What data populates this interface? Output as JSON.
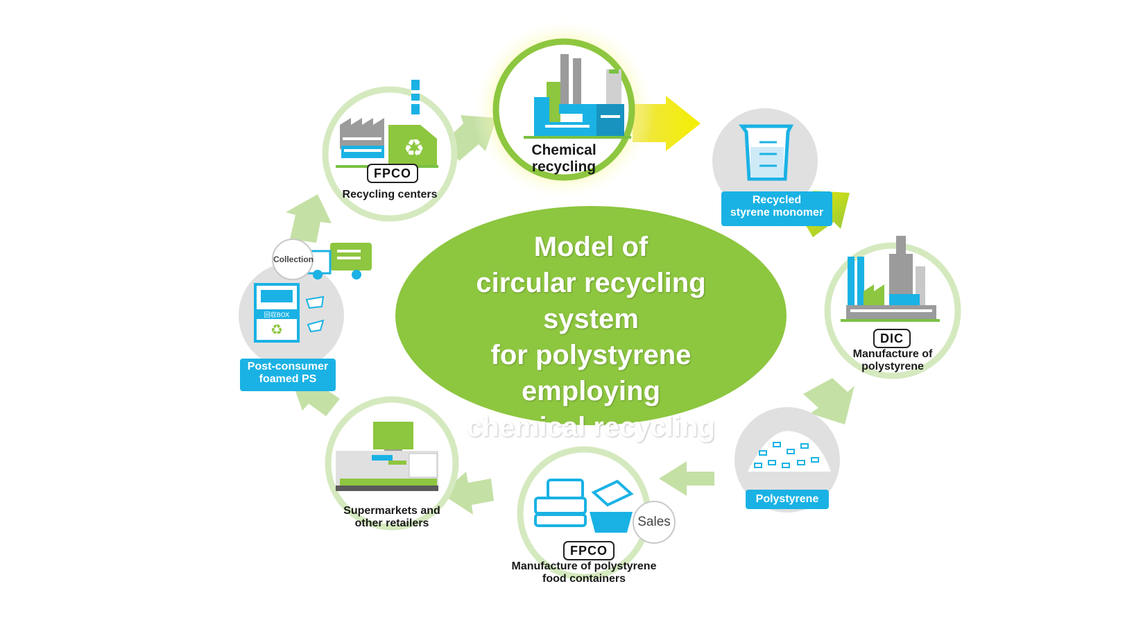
{
  "center": {
    "line1": "Model of",
    "line2": "circular recycling system",
    "line3": "for polystyrene employing",
    "line4": "chemical recycling"
  },
  "nodes": {
    "chemical_recycling": "Chemical recycling",
    "recycled_monomer_1": "Recycled",
    "recycled_monomer_2": "styrene monomer",
    "manufacture_ps_1": "Manufacture of",
    "manufacture_ps_2": "polystyrene",
    "polystyrene": "Polystyrene",
    "food_containers_1": "Manufacture of polystyrene",
    "food_containers_2": "food containers",
    "retailers_1": "Supermarkets and",
    "retailers_2": "other retailers",
    "post_consumer_1": "Post-consumer",
    "post_consumer_2": "foamed PS",
    "recycling_centers": "Recycling centers"
  },
  "companies": {
    "recycling_center": "FPCO",
    "manufacturer": "DIC",
    "food_containers": "FPCO"
  },
  "bubbles": {
    "collection": "Collection",
    "sales": "Sales"
  },
  "box_label": "回収BOX",
  "colors": {
    "green": "#8dc63f",
    "light_green": "#c5e0a5",
    "blue": "#1ab2e4",
    "yellow": "#f2ec00",
    "gray": "#d9d9d9"
  }
}
